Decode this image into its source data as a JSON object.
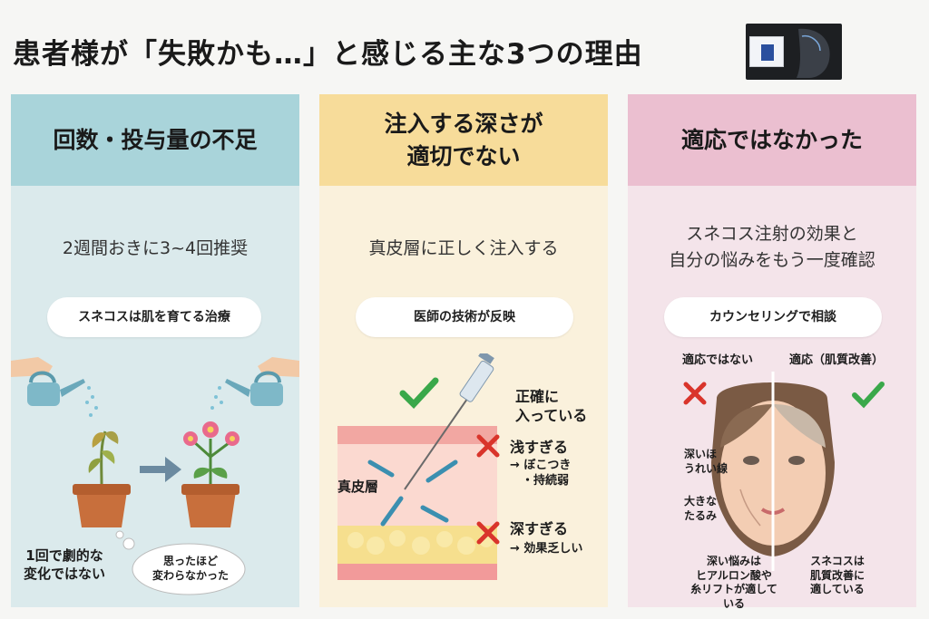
{
  "title": "患者様が「失敗かも…」と感じる主な3つの理由",
  "columns": [
    {
      "heading": "回数・投与量の不足",
      "subtitle": "2週間おきに3~4回推奨",
      "pill": "スネコスは肌を育てる治療",
      "label_left": "1回で劇的な\n変化ではない",
      "bubble": "思ったほど\n変わらなかった",
      "color": "#a9d4da"
    },
    {
      "heading": "注入する深さが\n適切でない",
      "subtitle": "真皮層に正しく注入する",
      "pill": "医師の技術が反映",
      "correct": "正確に\n入っている",
      "shallow": "浅すぎる",
      "shallow_note": "→ ぼこつき\n　・持続弱",
      "deep": "深すぎる",
      "deep_note": "→ 効果乏しい",
      "layer": "真皮層",
      "color": "#f7dc9a"
    },
    {
      "heading": "適応ではなかった",
      "subtitle": "スネコス注射の効果と\n自分の悩みをもう一度確認",
      "pill": "カウンセリングで相談",
      "not_suitable": "適応ではない",
      "suitable": "適応（肌質改善）",
      "wrinkle": "深いほ\nうれい線",
      "sagging": "大きな\nたるみ",
      "note_left": "深い悩みは\nヒアルロン酸や\n糸リフトが適している",
      "note_right": "スネコスは\n肌質改善に\n適している",
      "color": "#ebbfd0"
    }
  ],
  "colors": {
    "check": "#3aa84a",
    "cross": "#d9342b",
    "arrow": "#3b8fb0"
  }
}
